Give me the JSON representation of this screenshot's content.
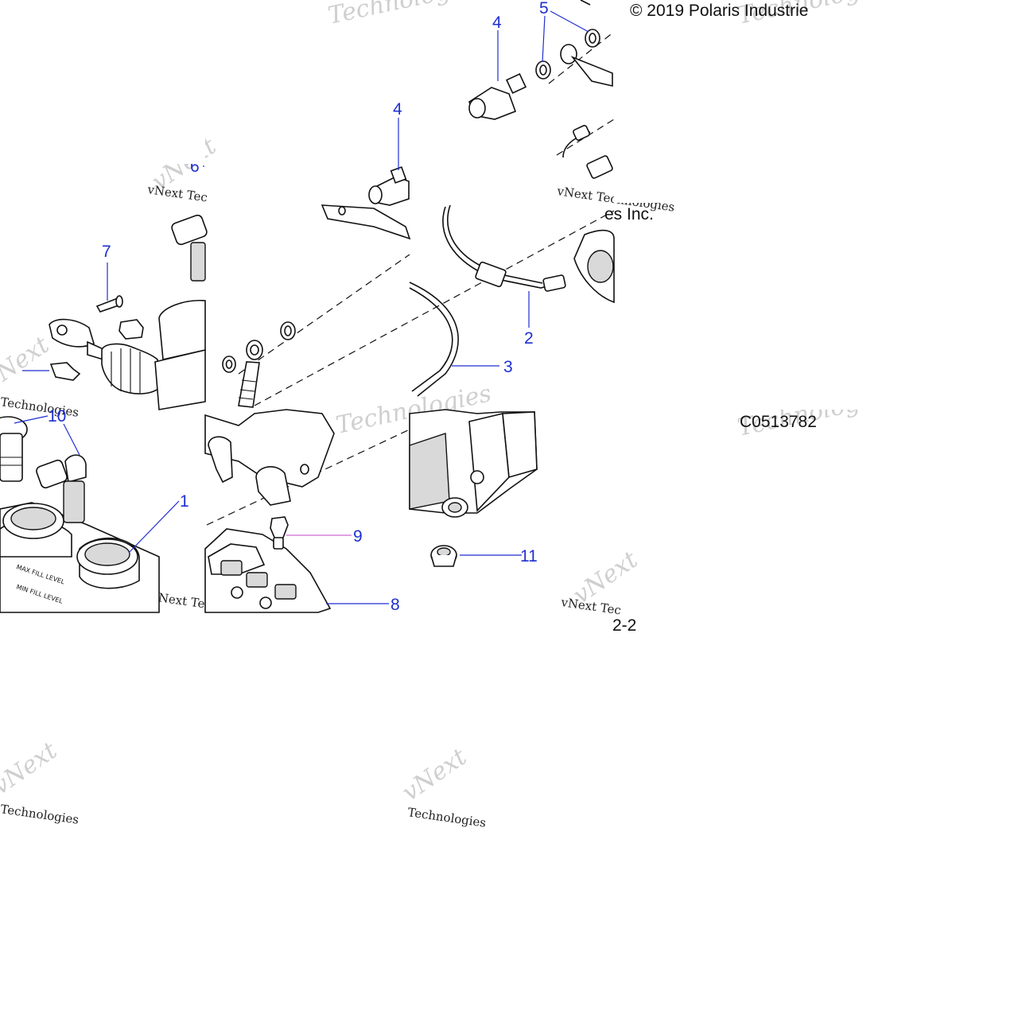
{
  "copyright": "© 2019 Polaris Industrie",
  "copyright_fragment": "es Inc.",
  "diagram_code": "C0513782",
  "page_ref": "2-2",
  "watermarks": {
    "brand": "vNext",
    "company": "Technologies",
    "full": "vNext Tec",
    "full_b": "vNext Technologies"
  },
  "reservoir_labels": {
    "max": "MAX FILL LEVEL",
    "min": "MIN FILL LEVEL"
  },
  "callouts": [
    {
      "id": "callout-1",
      "label": "1"
    },
    {
      "id": "callout-2",
      "label": "2"
    },
    {
      "id": "callout-3",
      "label": "3"
    },
    {
      "id": "callout-4a",
      "label": "4"
    },
    {
      "id": "callout-4b",
      "label": "4"
    },
    {
      "id": "callout-5",
      "label": "5"
    },
    {
      "id": "callout-6",
      "label": "6"
    },
    {
      "id": "callout-7",
      "label": "7"
    },
    {
      "id": "callout-8",
      "label": "8"
    },
    {
      "id": "callout-9",
      "label": "9"
    },
    {
      "id": "callout-10",
      "label": "10"
    },
    {
      "id": "callout-11",
      "label": "11"
    }
  ],
  "colors": {
    "callout": "#1f2fd1",
    "watermark": "#cfcfcf",
    "leader_alt": "#d06ad0"
  }
}
